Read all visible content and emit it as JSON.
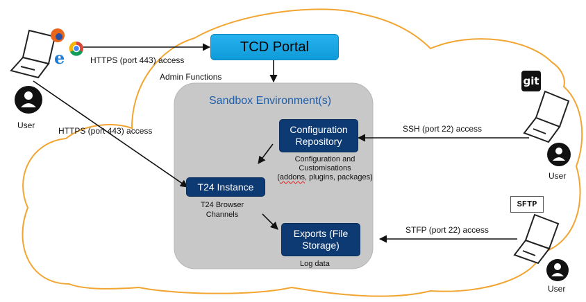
{
  "portal": {
    "label": "TCD Portal"
  },
  "sandbox": {
    "title": "Sandbox Environment(s)"
  },
  "boxes": {
    "config_repo": "Configuration Repository",
    "t24_instance": "T24 Instance",
    "exports": "Exports (File Storage)"
  },
  "notes": {
    "config_line1": "Configuration and",
    "config_line2": "Customisations",
    "config_line3_pre": "(",
    "config_line3_word": "addons",
    "config_line3_post": ", plugins, packages)",
    "t24_line1": "T24 Browser",
    "t24_line2": "Channels",
    "log_data": "Log data",
    "admin_functions": "Admin Functions"
  },
  "connections": {
    "https_portal": "HTTPS (port 443) access",
    "https_t24": "HTTPS (port 443) access",
    "ssh": "SSH (port 22) access",
    "stfp": "STFP (port 22) access"
  },
  "users": {
    "left": "User",
    "right_git": "User",
    "right_sftp": "User"
  },
  "badges": {
    "git": "git",
    "sftp": "SFTP"
  },
  "colors": {
    "cloud": "#f2a531",
    "sandbox": "#c8c8c8",
    "box": "#0d3a73",
    "portal": "#1ba8e8",
    "title": "#1f5ea8"
  }
}
